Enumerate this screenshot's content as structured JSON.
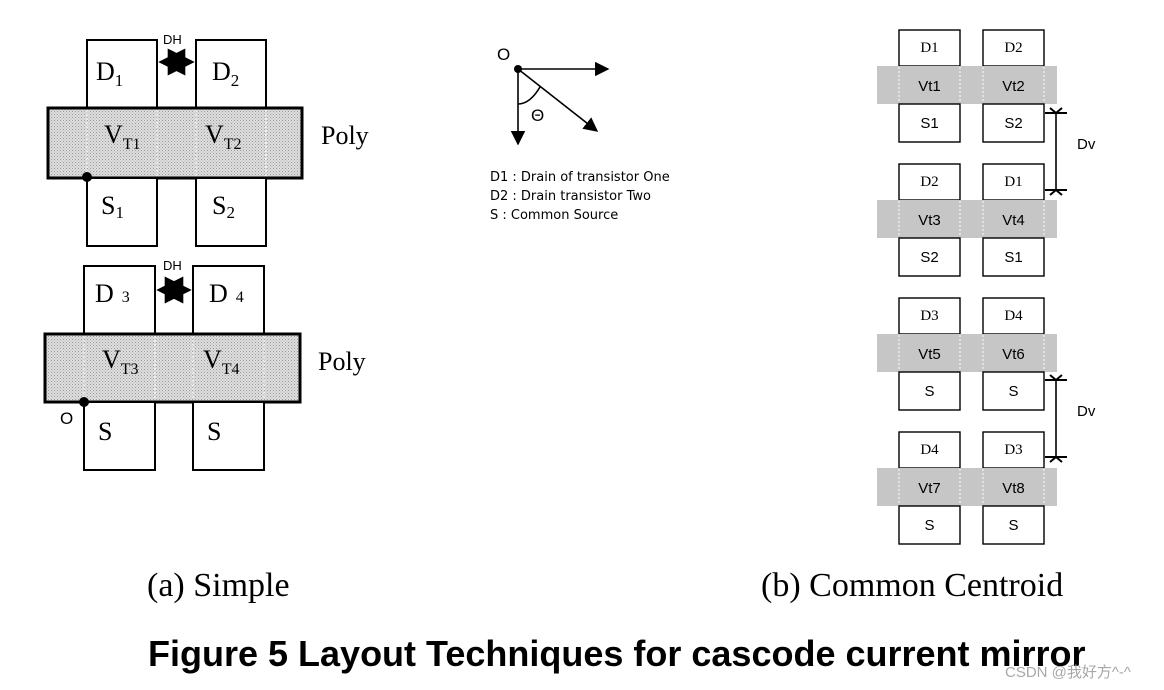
{
  "panel_a": {
    "caption": "(a) Simple",
    "top_pair": {
      "spacing_label": "DH",
      "d1": "D",
      "d1_sub": "1",
      "d2": "D",
      "d2_sub": "2",
      "vt1": "V",
      "vt1_sub": "T1",
      "vt2": "V",
      "vt2_sub": "T2",
      "s1": "S",
      "s1_sub": "1",
      "s2": "S",
      "s2_sub": "2",
      "poly_label": "Poly"
    },
    "bottom_pair": {
      "spacing_label": "DH",
      "d3": "D",
      "d3_sub": "3",
      "d4": "D",
      "d4_sub": "4",
      "vt3": "V",
      "vt3_sub": "T3",
      "vt4": "V",
      "vt4_sub": "T4",
      "s_left": "S",
      "s_right": "S",
      "poly_label": "Poly",
      "origin_label": "O"
    }
  },
  "legend": {
    "origin_label": "O",
    "angle_label": "Θ",
    "items": [
      "D1 : Drain of transistor One",
      "D2 : Drain transistor Two",
      "S :  Common Source"
    ]
  },
  "panel_b": {
    "caption": "(b) Common Centroid",
    "spacing_label": "Dv",
    "cells": [
      {
        "drains": [
          "D1",
          "D2"
        ],
        "vt": [
          "Vt1",
          "Vt2"
        ],
        "sources": [
          "S1",
          "S2"
        ]
      },
      {
        "drains": [
          "D2",
          "D1"
        ],
        "vt": [
          "Vt3",
          "Vt4"
        ],
        "sources": [
          "S2",
          "S1"
        ]
      },
      {
        "drains": [
          "D3",
          "D4"
        ],
        "vt": [
          "Vt5",
          "Vt6"
        ],
        "sources": [
          "S",
          "S"
        ]
      },
      {
        "drains": [
          "D4",
          "D3"
        ],
        "vt": [
          "Vt7",
          "Vt8"
        ],
        "sources": [
          "S",
          "S"
        ]
      }
    ]
  },
  "figure_title": "Figure 5 Layout Techniques for cascode current mirror",
  "watermark": "CSDN @我好方^-^"
}
